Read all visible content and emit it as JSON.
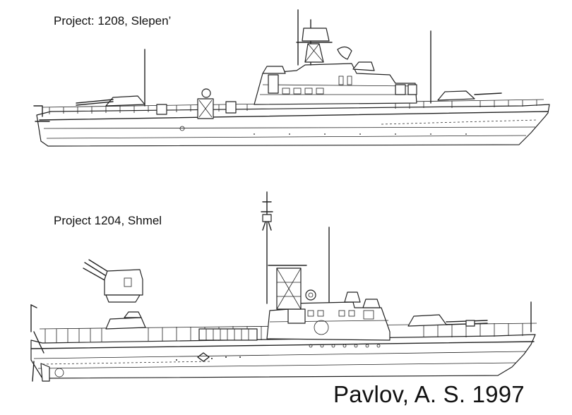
{
  "labels": {
    "top": "Project: 1208, Slepen’",
    "bottom": "Project 1204, Shmel",
    "credit": "Pavlov, A. S. 1997"
  }
}
